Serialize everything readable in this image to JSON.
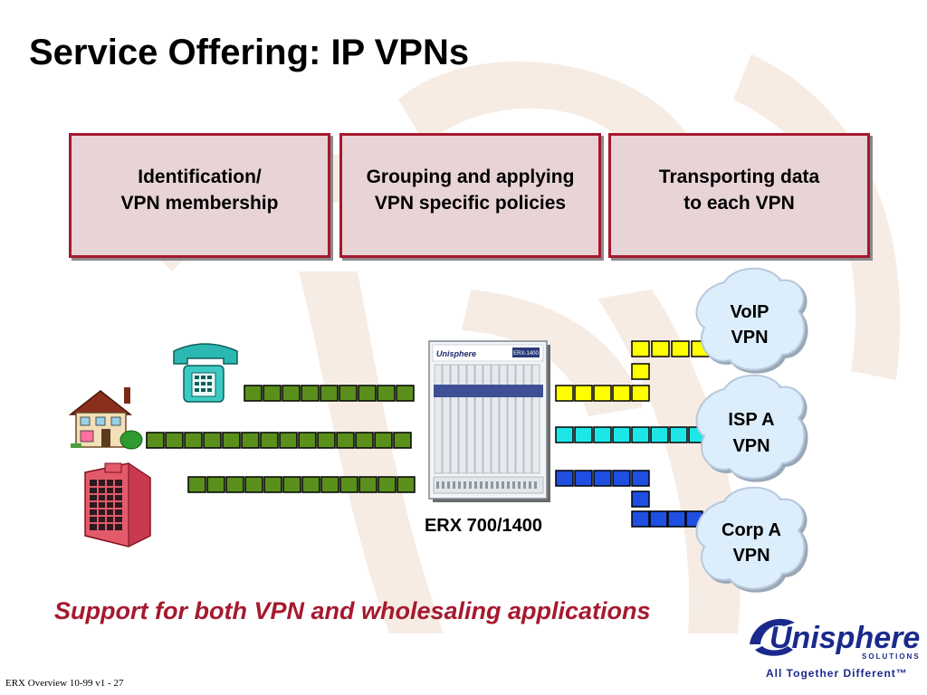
{
  "slide": {
    "title": "Service Offering: IP VPNs",
    "tagline": "Support for both VPN and wholesaling applications",
    "footer": "ERX Overview 10-99 v1 - 27"
  },
  "boxes": [
    {
      "line1": "Identification/",
      "line2": "VPN membership"
    },
    {
      "line1": "Grouping and applying",
      "line2": "VPN specific policies"
    },
    {
      "line1": "Transporting data",
      "line2": "to each VPN"
    }
  ],
  "router": {
    "label": "ERX 700/1400",
    "brand": "Unisphere",
    "model": "ERX-1400"
  },
  "clouds": [
    {
      "line1": "VoIP",
      "line2": "VPN"
    },
    {
      "line1": "ISP A",
      "line2": "VPN"
    },
    {
      "line1": "Corp A",
      "line2": "VPN"
    }
  ],
  "icons": [
    "telephone-icon",
    "house-icon",
    "office-building-icon",
    "router-chassis-icon",
    "cloud-icon"
  ],
  "logo": {
    "name": "Unisphere",
    "sub": "SOLUTIONS",
    "slogan": "All Together Different™"
  },
  "colors": {
    "accent": "#a6192e",
    "box_fill": "#e8d3d6",
    "ingress_green": "#5a8f1c",
    "voip_yellow": "#ffff00",
    "isp_cyan": "#1ee6e6",
    "corp_blue": "#1f4fe0",
    "cloud": "#dceefb"
  }
}
